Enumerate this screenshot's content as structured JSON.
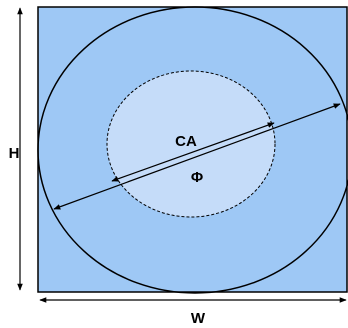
{
  "labels": {
    "height": "H",
    "width": "W",
    "clear_aperture": "CA",
    "diameter": "Φ"
  },
  "colors": {
    "background": "#ffffff",
    "square_fill": "#9ec8f5",
    "inner_disc_fill": "#c5dcf9",
    "stroke": "#000000"
  }
}
